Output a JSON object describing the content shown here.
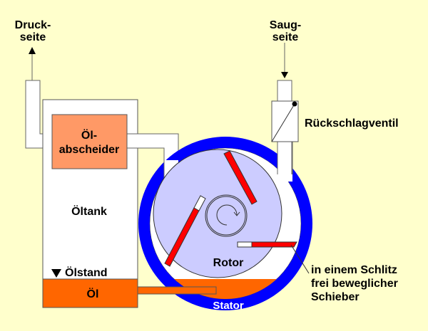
{
  "labels": {
    "druckseite_1": "Druck-",
    "druckseite_2": "seite",
    "saugseite_1": "Saug-",
    "saugseite_2": "seite",
    "rueckschlagventil": "Rückschlagventil",
    "oelabscheider_1": "Öl-",
    "oelabscheider_2": "abscheider",
    "oeltank": "Öltank",
    "oelstand": "Ölstand",
    "oel": "Öl",
    "rotor": "Rotor",
    "stator": "Stator",
    "schieber_1": "in einem Schlitz",
    "schieber_2": "frei beweglicher",
    "schieber_3": "Schieber"
  },
  "colors": {
    "background": "#ffffcc",
    "stator": "#0000ff",
    "rotor": "#ccccff",
    "oil": "#ff6600",
    "separator": "#ff9966",
    "vane": "#ff0000",
    "pipe": "#ffffff"
  }
}
